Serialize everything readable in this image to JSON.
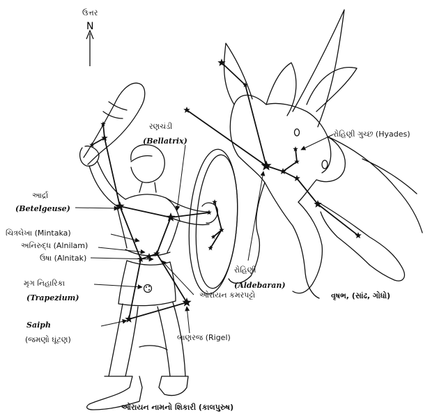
{
  "compass": {
    "north_gu": "ઉત્તર",
    "north_letter": "N"
  },
  "labels": {
    "bellatrix_gu": "રણચંડી",
    "bellatrix_en": "(Bellatrix)",
    "betelgeuse_gu": "આર્દ્રા",
    "betelgeuse_en": "(Betelgeuse)",
    "mintaka": "ચિત્રલેખા (Mintaka)",
    "alnilam": "અનિરુદ્ધ (Alnilam)",
    "alnitak": "ઉષા (Alnitak)",
    "trapezium_gu": "મૃગ નિહારિકા",
    "trapezium_en": "(Trapezium)",
    "saiph_en": "Saiph",
    "saiph_gu": "(જમણો ઘૂંટણ)",
    "rigel": "બાણરજ (Rigel)",
    "orion_belt": "ઓરાયન કમરપટ્ટો",
    "aldebaran_gu": "રોહિણી",
    "aldebaran_en": "(Aldebaran)",
    "hyades": "રોહિણી ગુચ્છ (Hyades)",
    "taurus": "વૃષભ, (સાંઢ, ગોધો)",
    "orion_title": "ઓરાયન નામનો શિકારી (કાલપુરુષ)"
  },
  "colors": {
    "ink": "#111111",
    "paper": "#ffffff"
  },
  "icons": [
    "north-arrow-icon",
    "star-icon"
  ]
}
